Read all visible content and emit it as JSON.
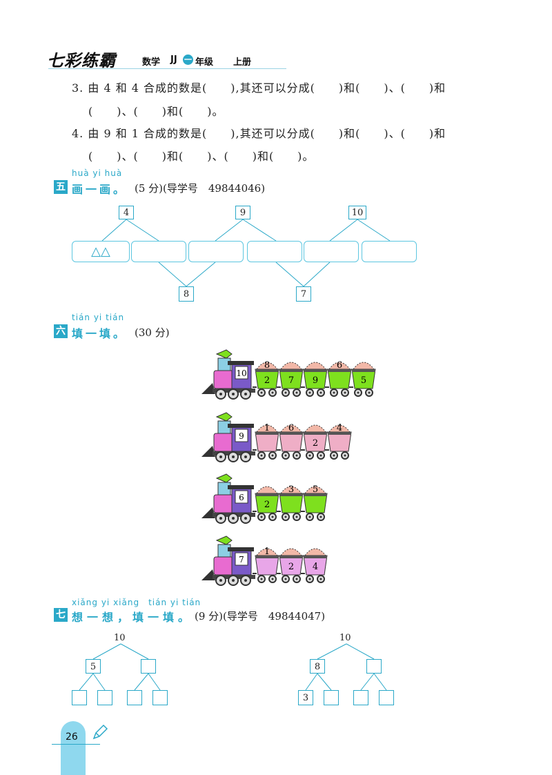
{
  "header": {
    "brand": "七彩练霸",
    "subject": "数学",
    "edition": "JJ",
    "grade_num": "一",
    "grade_suffix": "年级",
    "volume": "上册"
  },
  "questions": {
    "q3_line1": "3. 由 4 和 4 合成的数是(　　),其还可以分成(　　)和(　　)、(　　)和",
    "q3_line2": "(　　)、(　　)和(　　)。",
    "q4_line1": "4. 由 9 和 1 合成的数是(　　),其还可以分成(　　)和(　　)、(　　)和",
    "q4_line2": "(　　)、(　　)和(　　)、(　　)和(　　)。"
  },
  "section5": {
    "pinyin": "huà yi huà",
    "num": "五",
    "title": "画一画。",
    "rest": "(5 分)(导学号　49844046)",
    "top_numbers": [
      "4",
      "9",
      "10"
    ],
    "bottom_numbers": [
      "8",
      "7"
    ],
    "triangles": "△△"
  },
  "section6": {
    "pinyin": "tián yi tián",
    "num": "六",
    "title": "填一填。",
    "rest": "(30 分)",
    "trains": [
      {
        "engine": "10",
        "cars": [
          {
            "top": "8",
            "bottom": "2"
          },
          {
            "top": "",
            "bottom": "7"
          },
          {
            "top": "",
            "bottom": "9"
          },
          {
            "top": "6",
            "bottom": ""
          },
          {
            "top": "",
            "bottom": "5"
          }
        ]
      },
      {
        "engine": "9",
        "cars": [
          {
            "top": "1",
            "bottom": ""
          },
          {
            "top": "6",
            "bottom": ""
          },
          {
            "top": "",
            "bottom": "2"
          },
          {
            "top": "4",
            "bottom": ""
          }
        ]
      },
      {
        "engine": "6",
        "cars": [
          {
            "top": "",
            "bottom": "2"
          },
          {
            "top": "3",
            "bottom": ""
          },
          {
            "top": "5",
            "bottom": ""
          }
        ]
      },
      {
        "engine": "7",
        "cars": [
          {
            "top": "1",
            "bottom": ""
          },
          {
            "top": "",
            "bottom": "2"
          },
          {
            "top": "",
            "bottom": "4"
          }
        ]
      }
    ]
  },
  "section7": {
    "pinyin": "xiǎng yi xiǎng　tián yi tián",
    "num": "七",
    "title": "想一想，填一填。",
    "rest": "(9 分)(导学号　49844047)",
    "tree1": {
      "root": "10",
      "left": "5",
      "right": "",
      "leaves": [
        "",
        "",
        "",
        ""
      ]
    },
    "tree2": {
      "root": "10",
      "left": "8",
      "right": "",
      "leaves": [
        "3",
        "",
        "",
        ""
      ]
    }
  },
  "footer": {
    "page": "26"
  },
  "colors": {
    "accent": "#2aa8c8",
    "green": "#7ee01e",
    "pink": "#efaec6",
    "violet": "#e8a6e8"
  }
}
